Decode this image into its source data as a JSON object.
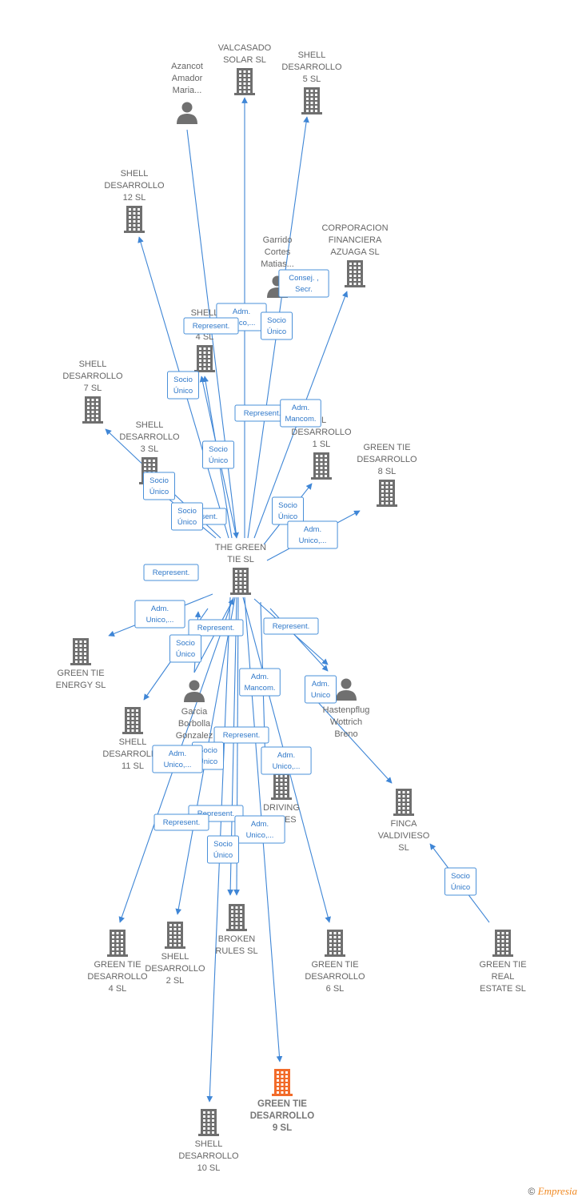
{
  "colors": {
    "edge": "#3f86d6",
    "node": "#6f6f6f",
    "highlight": "#f26b2a",
    "label_box_border": "#4a90d9",
    "label_text": "#2f78c9"
  },
  "nodes": [
    {
      "id": "azancot",
      "type": "person",
      "lines": [
        "Azancot",
        "Amador",
        "Maria..."
      ]
    },
    {
      "id": "valcasado",
      "type": "company",
      "lines": [
        "VALCASADO",
        "SOLAR  SL"
      ]
    },
    {
      "id": "shell5",
      "type": "company",
      "lines": [
        "SHELL",
        "DESARROLLO",
        "5  SL"
      ]
    },
    {
      "id": "shell12",
      "type": "company",
      "lines": [
        "SHELL",
        "DESARROLLO",
        "12  SL"
      ]
    },
    {
      "id": "garrido",
      "type": "person",
      "lines": [
        "Garrido",
        "Cortes",
        "Matias..."
      ]
    },
    {
      "id": "corporacion",
      "type": "company",
      "lines": [
        "CORPORACION",
        "FINANCIERA",
        "AZUAGA  SL"
      ]
    },
    {
      "id": "shell4b",
      "type": "company",
      "lines": [
        "SHELL",
        "DE",
        "4  SL"
      ]
    },
    {
      "id": "shell7",
      "type": "company",
      "lines": [
        "SHELL",
        "DESARROLLO",
        "7  SL"
      ]
    },
    {
      "id": "shell3",
      "type": "company",
      "lines": [
        "SHELL",
        "DESARROLLO",
        "3  SL"
      ]
    },
    {
      "id": "shell1",
      "type": "company",
      "lines": [
        "LL",
        "DESARROLLO",
        "1  SL"
      ]
    },
    {
      "id": "gtd8",
      "type": "company",
      "lines": [
        "GREEN TIE",
        "DESARROLLO",
        "8  SL"
      ]
    },
    {
      "id": "greentie",
      "type": "company",
      "lines": [
        "THE GREEN",
        "TIE  SL"
      ]
    },
    {
      "id": "gtenergy",
      "type": "company",
      "lines": [
        "GREEN TIE",
        "ENERGY  SL"
      ]
    },
    {
      "id": "garcia",
      "type": "person",
      "lines": [
        "Garcia",
        "Borbolla",
        "Gonzalez"
      ]
    },
    {
      "id": "hastenpflug",
      "type": "person",
      "lines": [
        "Hastenpflug",
        "Wottrich",
        "Breno"
      ]
    },
    {
      "id": "shell11",
      "type": "company",
      "lines": [
        "SHELL",
        "DESARROLLO",
        "11  SL"
      ]
    },
    {
      "id": "driving",
      "type": "company",
      "lines": [
        "DRIVING",
        "TURES",
        "L"
      ]
    },
    {
      "id": "finca",
      "type": "company",
      "lines": [
        "FINCA",
        "VALDIVIESO",
        "SL"
      ]
    },
    {
      "id": "gtd4",
      "type": "company",
      "lines": [
        "GREEN TIE",
        "DESARROLLO",
        "4  SL"
      ]
    },
    {
      "id": "shell2",
      "type": "company",
      "lines": [
        "SHELL",
        "DESARROLLO",
        "2  SL"
      ]
    },
    {
      "id": "broken",
      "type": "company",
      "lines": [
        "BROKEN",
        "RULES  SL"
      ]
    },
    {
      "id": "gtd6",
      "type": "company",
      "lines": [
        "GREEN TIE",
        "DESARROLLO",
        "6  SL"
      ]
    },
    {
      "id": "gtrealestate",
      "type": "company",
      "lines": [
        "GREEN TIE",
        "REAL",
        "ESTATE  SL"
      ]
    },
    {
      "id": "gtd9",
      "type": "company",
      "highlight": true,
      "lines": [
        "GREEN TIE",
        "DESARROLLO",
        "9  SL"
      ]
    },
    {
      "id": "shell10",
      "type": "company",
      "lines": [
        "SHELL",
        "DESARROLLO",
        "10  SL"
      ]
    }
  ],
  "edge_labels": [
    {
      "lines": [
        "Consej. ,",
        "Secr."
      ]
    },
    {
      "lines": [
        "Adm.",
        "Unico,..."
      ]
    },
    {
      "lines": [
        "Represent."
      ]
    },
    {
      "lines": [
        "Socio",
        "Único"
      ]
    },
    {
      "lines": [
        "Socio",
        "Único"
      ]
    },
    {
      "lines": [
        "Represent."
      ]
    },
    {
      "lines": [
        "Adm.",
        "Mancom."
      ]
    },
    {
      "lines": [
        "Socio",
        "Único"
      ]
    },
    {
      "lines": [
        "Socio",
        "Único"
      ]
    },
    {
      "lines": [
        "Represent."
      ]
    },
    {
      "lines": [
        "Socio",
        "Único"
      ]
    },
    {
      "lines": [
        "Socio",
        "Único"
      ]
    },
    {
      "lines": [
        "Adm.",
        "Unico,..."
      ]
    },
    {
      "lines": [
        "Represent."
      ]
    },
    {
      "lines": [
        "Adm.",
        "Unico,..."
      ]
    },
    {
      "lines": [
        "Represent."
      ]
    },
    {
      "lines": [
        "Represent."
      ]
    },
    {
      "lines": [
        "Socio",
        "Único"
      ]
    },
    {
      "lines": [
        "Adm.",
        "Mancom."
      ]
    },
    {
      "lines": [
        "Adm.",
        "Unico"
      ]
    },
    {
      "lines": [
        "Represent."
      ]
    },
    {
      "lines": [
        "Socio",
        "Único"
      ]
    },
    {
      "lines": [
        "Adm.",
        "Unico,..."
      ]
    },
    {
      "lines": [
        "Adm.",
        "Unico,..."
      ]
    },
    {
      "lines": [
        "Represent."
      ]
    },
    {
      "lines": [
        "Represent."
      ]
    },
    {
      "lines": [
        "Adm.",
        "Unico,..."
      ]
    },
    {
      "lines": [
        "Socio",
        "Único"
      ]
    },
    {
      "lines": [
        "Socio",
        "Único"
      ]
    }
  ],
  "footer": {
    "copyright": "©",
    "brand": "Empresia"
  }
}
